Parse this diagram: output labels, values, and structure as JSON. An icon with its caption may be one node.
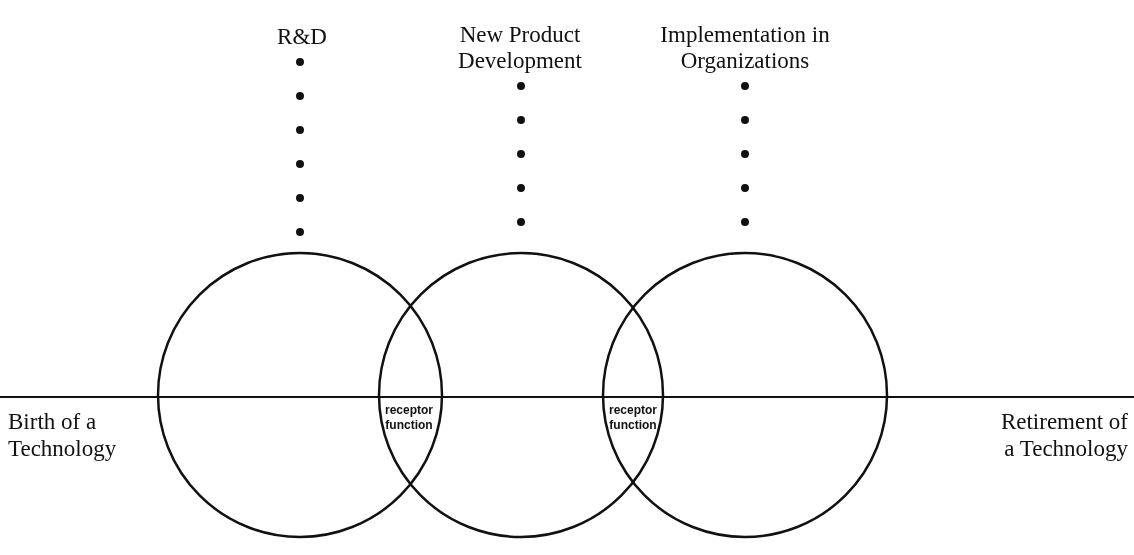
{
  "diagram": {
    "nodes": [
      {
        "text": [
          "R&D"
        ]
      },
      {
        "text": [
          "New Product Development"
        ]
      },
      {
        "text": [
          "Implementation in Organizations"
        ]
      },
      {
        "text": [],
        "shape": "circle"
      },
      {
        "text": [],
        "shape": "circle"
      },
      {
        "text": [],
        "shape": "circle"
      }
    ],
    "edges": [
      {
        "from": 0,
        "to": 3,
        "arrow": "none",
        "style": "dashed"
      },
      {
        "from": 1,
        "to": 4,
        "arrow": "none",
        "style": "dashed"
      },
      {
        "from": 2,
        "to": 5,
        "arrow": "none",
        "style": "dashed"
      }
    ],
    "labels": [
      "Birth of a Technology",
      "receptor function",
      "receptor function",
      "Retirement of a Technology"
    ]
  }
}
